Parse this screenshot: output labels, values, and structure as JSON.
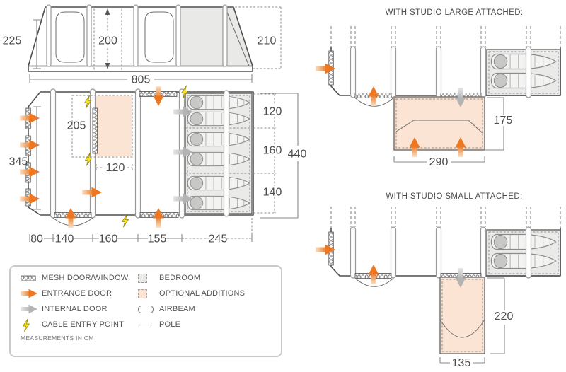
{
  "colors": {
    "accent_orange": "#ee7822",
    "internal_gray": "#b4b4b4",
    "optional_peach": "#fbe4d3",
    "bedroom_gray": "#eaeae8",
    "cable_yellow": "#f6e51d",
    "line_gray": "#4c4c4c"
  },
  "elevation": {
    "left_height": "225",
    "inner_height": "200",
    "right_height": "210",
    "total_width": "805"
  },
  "floorplan": {
    "side_depth": "345",
    "optional_depth": "205",
    "optional_width": "120",
    "total_depth": "440",
    "bedroom_sections": [
      "120",
      "160",
      "140"
    ],
    "bottom_widths": [
      "80",
      "140",
      "160",
      "155",
      "245"
    ]
  },
  "studio_large": {
    "title": "WITH STUDIO LARGE ATTACHED:",
    "depth": "175",
    "width": "290"
  },
  "studio_small": {
    "title": "WITH STUDIO SMALL ATTACHED:",
    "depth": "220",
    "width": "135"
  },
  "legend": {
    "left_items": [
      "MESH DOOR/WINDOW",
      "ENTRANCE DOOR",
      "INTERNAL DOOR",
      "CABLE ENTRY POINT"
    ],
    "right_items": [
      "BEDROOM",
      "OPTIONAL ADDITIONS",
      "AIRBEAM",
      "POLE"
    ],
    "icons": {
      "mesh": "mesh-swatch",
      "entrance": "orange-arrow",
      "internal": "gray-arrow",
      "cable": "lightning-bolt",
      "bedroom": "gray-dashed-swatch",
      "optional": "peach-dashed-swatch",
      "airbeam": "capsule-outline",
      "pole": "line"
    },
    "note": "MEASUREMENTS IN CM"
  }
}
